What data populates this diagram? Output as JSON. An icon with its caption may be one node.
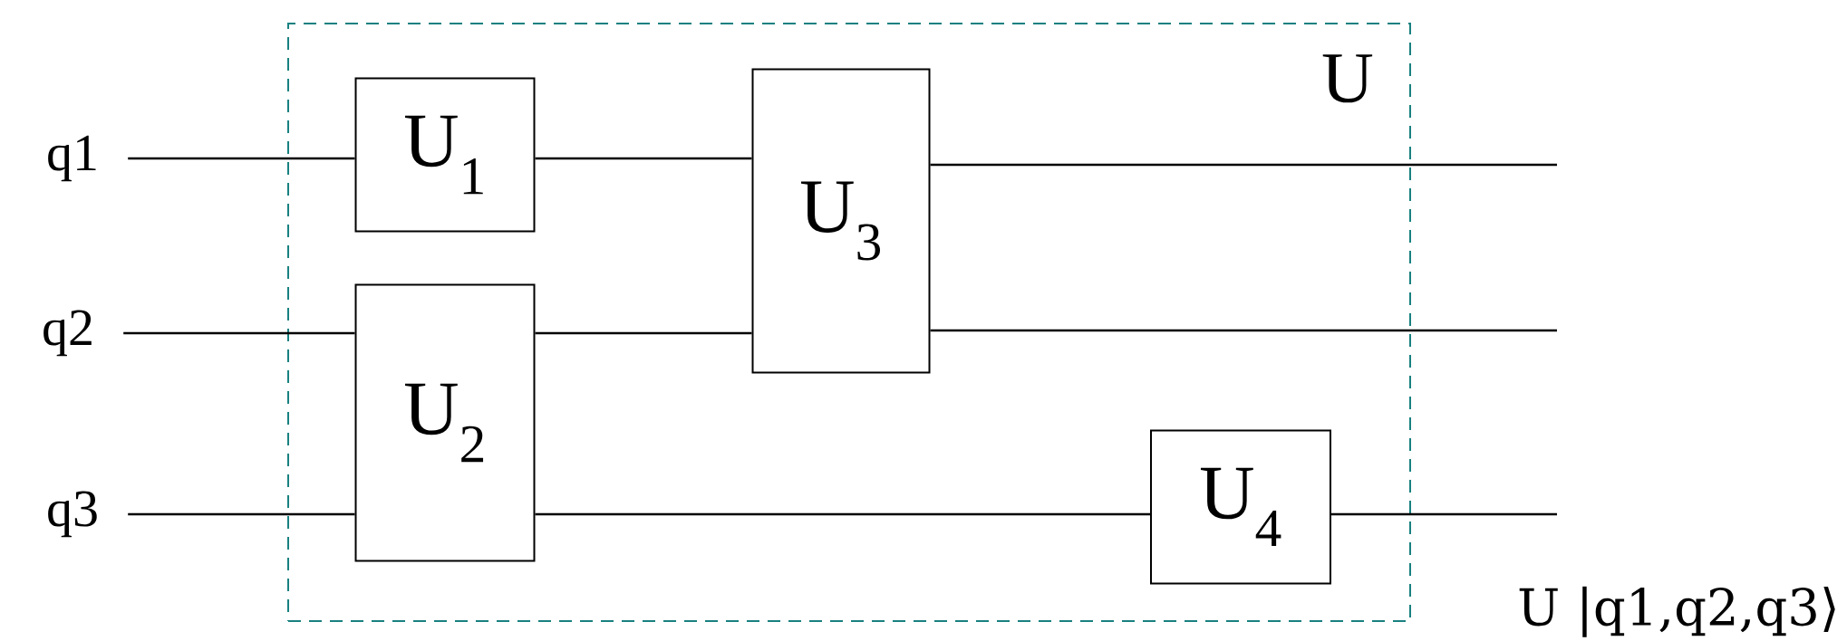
{
  "diagram": {
    "nodes": [
      {
        "text": [
          "q1"
        ]
      },
      {
        "text": [
          "q2"
        ]
      },
      {
        "text": [
          "q3"
        ]
      },
      {
        "text": [
          "U"
        ]
      },
      {
        "text": [
          "U$_{1}$"
        ],
        "in": 3
      },
      {
        "text": [
          "U$_{2}$"
        ],
        "in": 3
      },
      {
        "text": [
          "U$_{3}$"
        ],
        "in": 3
      },
      {
        "text": [
          "U$_{4}$"
        ],
        "in": 3
      }
    ],
    "edges": [
      {
        "from": 0,
        "to": 4,
        "arrow": "none"
      },
      {
        "from": 1,
        "to": 5,
        "arrow": "none"
      },
      {
        "from": 2,
        "to": 5,
        "arrow": "none"
      },
      {
        "from": 4,
        "to": 6,
        "arrow": "none"
      },
      {
        "from": 5,
        "to": 6,
        "arrow": "none"
      },
      {
        "from": 5,
        "to": 7,
        "arrow": "none"
      },
      {
        "from": 6,
        "to": null,
        "arrow": "none"
      },
      {
        "from": 6,
        "to": null,
        "arrow": "none"
      },
      {
        "from": 7,
        "to": null,
        "arrow": "none"
      }
    ],
    "labels": [
      "U |q1,q2,q3⟩"
    ]
  }
}
